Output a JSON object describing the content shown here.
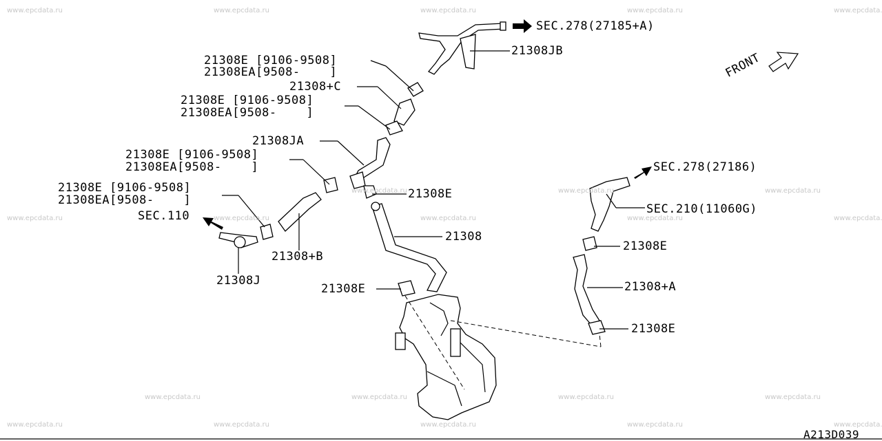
{
  "watermark": "www.epcdata.ru",
  "diagram_id": "A213D039",
  "front_label": "FRONT",
  "labels": {
    "sec278_a": "SEC.278(27185+A)",
    "p21308jb": "21308JB",
    "p21308e_1a": "21308E [9106-9508]",
    "p21308ea_1b": "21308EA[9508-    ]",
    "p21308c": "21308+C",
    "p21308e_2a": "21308E [9106-9508]",
    "p21308ea_2b": "21308EA[9508-    ]",
    "p21308ja": "21308JA",
    "p21308e_3a": "21308E [9106-9508]",
    "p21308ea_3b": "21308EA[9508-    ]",
    "p21308e_4a": "21308E [9106-9508]",
    "p21308ea_4b": "21308EA[9508-    ]",
    "sec110": "SEC.110",
    "p21308b": "21308+B",
    "p21308j": "21308J",
    "p21308e_mid": "21308E",
    "p21308": "21308",
    "p21308e_low": "21308E",
    "sec278_b": "SEC.278(27186)",
    "sec210": "SEC.210(11060G)",
    "p21308e_r1": "21308E",
    "p21308a": "21308+A",
    "p21308e_r2": "21308E"
  }
}
